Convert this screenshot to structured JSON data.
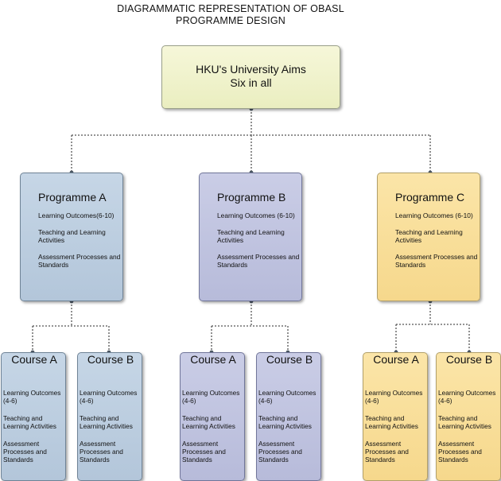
{
  "title": {
    "line1": "DIAGRAMMATIC REPRESENTATION OF OBASL",
    "line2": "PROGRAMME DESIGN"
  },
  "aims": {
    "line1": "HKU's University Aims",
    "line2": "Six in all"
  },
  "programmes": [
    {
      "name": "Programme A",
      "items": [
        "Learning Outcomes(6-10)",
        "Teaching and Learning Activities",
        "Assessment Processes and Standards"
      ]
    },
    {
      "name": "Programme B",
      "items": [
        "Learning Outcomes (6-10)",
        "Teaching and Learning Activities",
        "Assessment Processes and Standards"
      ]
    },
    {
      "name": "Programme C",
      "items": [
        "Learning Outcomes (6-10)",
        "Teaching and Learning Activities",
        "Assessment Processes and Standards"
      ]
    }
  ],
  "courses": [
    {
      "name": "Course A",
      "items": [
        "Learning Outcomes (4-6)",
        "Teaching and Learning Activities",
        "Assessment Processes and Standards"
      ]
    },
    {
      "name": "Course B",
      "items": [
        "Learning Outcomes (4-6)",
        "Teaching and Learning Activities",
        "Assessment Processes and Standards"
      ]
    },
    {
      "name": "Course A",
      "items": [
        "Learning Outcomes (4-6)",
        "Teaching and Learning Activities",
        "Assessment Processes and Standards"
      ]
    },
    {
      "name": "Course B",
      "items": [
        "Learning Outcomes (4-6)",
        "Teaching and Learning Activities",
        "Assessment Processes and Standards"
      ]
    },
    {
      "name": "Course A",
      "items": [
        "Learning Outcomes (4-6)",
        "Teaching and Learning Activities",
        "Assessment Processes and Standards"
      ]
    },
    {
      "name": "Course B",
      "items": [
        "Learning Outcomes (4-6)",
        "Teaching and Learning Activities",
        "Assessment Processes and Standards"
      ]
    }
  ]
}
